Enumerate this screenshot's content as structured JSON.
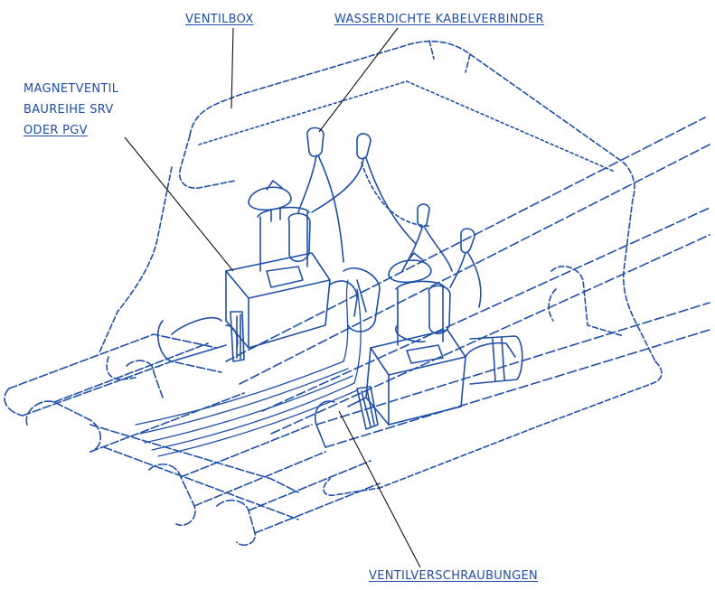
{
  "labels": {
    "ventilbox": "VENTILBOX",
    "kabelverbinder": "WASSERDICHTE KABELVERBINDER",
    "magnetventil_line1": "MAGNETVENTIL",
    "magnetventil_line2": "BAUREIHE SRV",
    "magnetventil_line3": "ODER PGV",
    "ventilverschraubungen": "VENTILVERSCHRAUBUNGEN"
  },
  "colors": {
    "ink": "#1f4fa8",
    "leader": "#111111",
    "background": "#ffffff"
  }
}
